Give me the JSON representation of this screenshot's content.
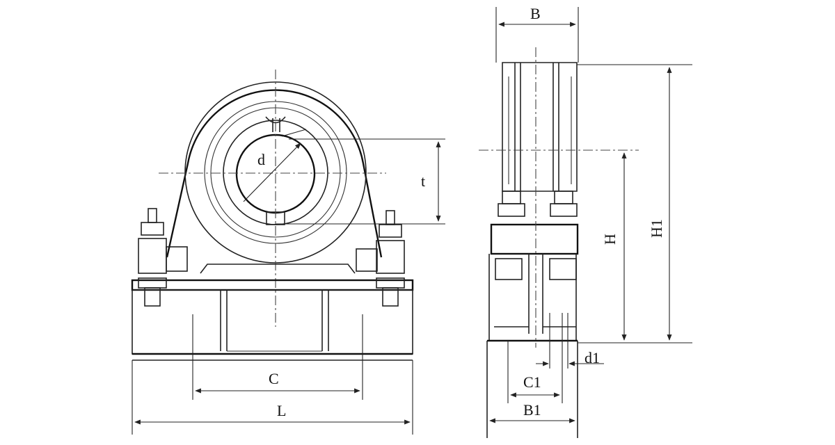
{
  "labels": {
    "d": "d",
    "t": "t",
    "C": "C",
    "L": "L",
    "B": "B",
    "H": "H",
    "H1": "H1",
    "C1": "C1",
    "B1": "B1",
    "d1": "d1"
  }
}
